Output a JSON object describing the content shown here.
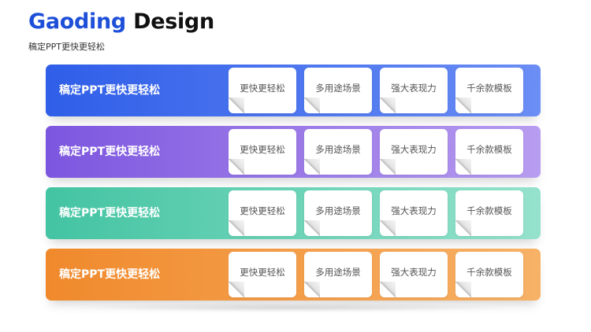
{
  "brand": {
    "part1": "Gaoding",
    "part2": "Design"
  },
  "subtitle": "稿定PPT更快更轻松",
  "rows": [
    {
      "label": "稿定PPT更快更轻松",
      "color_from": "#2f5ee8",
      "color_to": "#6b8ef5",
      "cards": [
        "更快更轻松",
        "多用途场景",
        "强大表现力",
        "千余款模板"
      ]
    },
    {
      "label": "稿定PPT更快更轻松",
      "color_from": "#7d56df",
      "color_to": "#b79cf0",
      "cards": [
        "更快更轻松",
        "多用途场景",
        "强大表现力",
        "千余款模板"
      ]
    },
    {
      "label": "稿定PPT更快更轻松",
      "color_from": "#43c4a2",
      "color_to": "#95e2cc",
      "cards": [
        "更快更轻松",
        "多用途场景",
        "强大表现力",
        "千余款模板"
      ]
    },
    {
      "label": "稿定PPT更快更轻松",
      "color_from": "#f0892c",
      "color_to": "#f7b267",
      "cards": [
        "更快更轻松",
        "多用途场景",
        "强大表现力",
        "千余款模板"
      ]
    }
  ]
}
